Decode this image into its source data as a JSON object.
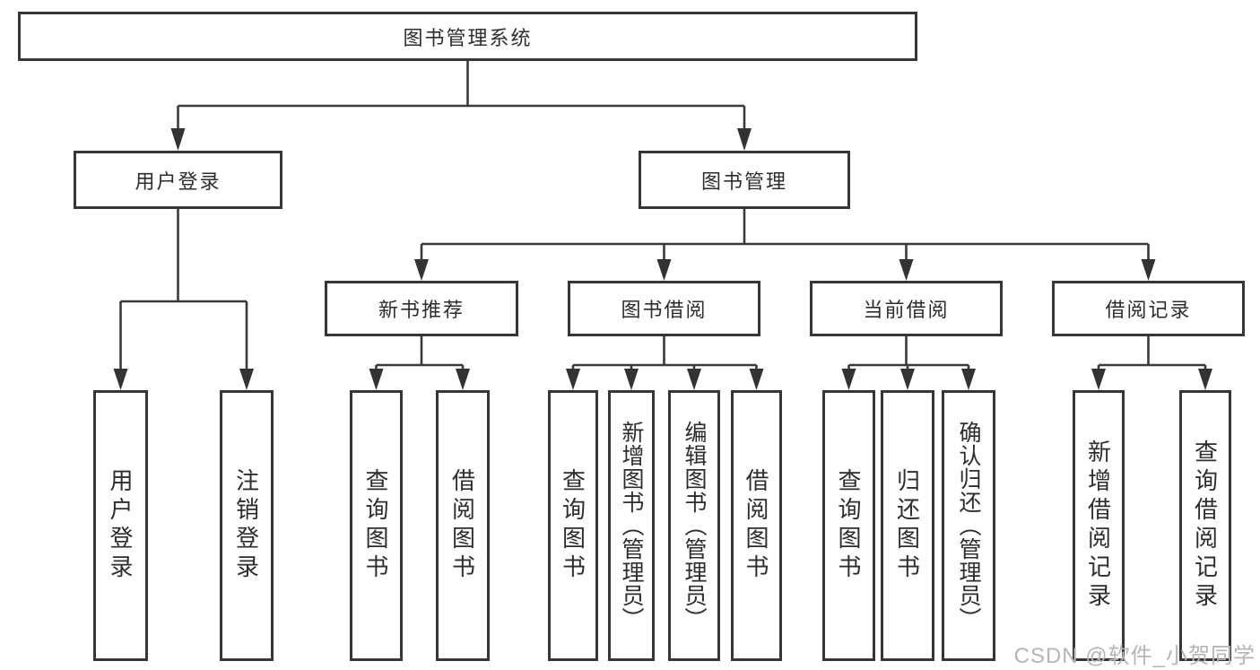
{
  "diagram_type": "hierarchy-tree",
  "tree": {
    "root": "图书管理系统",
    "branches": [
      {
        "label": "用户登录",
        "children": [
          "用户登录",
          "注销登录"
        ]
      },
      {
        "label": "图书管理",
        "sections": [
          {
            "label": "新书推荐",
            "children": [
              "查询图书",
              "借阅图书"
            ]
          },
          {
            "label": "图书借阅",
            "children": [
              "查询图书",
              "新增图书（管理员）",
              "编辑图书（管理员）",
              "借阅图书"
            ]
          },
          {
            "label": "当前借阅",
            "children": [
              "查询图书",
              "归还图书",
              "确认归还（管理员）"
            ]
          },
          {
            "label": "借阅记录",
            "children": [
              "新增借阅记录",
              "查询借阅记录"
            ]
          }
        ]
      }
    ]
  },
  "watermark": {
    "text": "CSDN @软件_小贺同学"
  },
  "colors": {
    "line": "#3a3a3a",
    "arrowhead": "#333333",
    "box_border": "#363636",
    "box_fill": "#ffffff",
    "text": "#2d2d2d",
    "watermark": "#b5b5b5"
  }
}
